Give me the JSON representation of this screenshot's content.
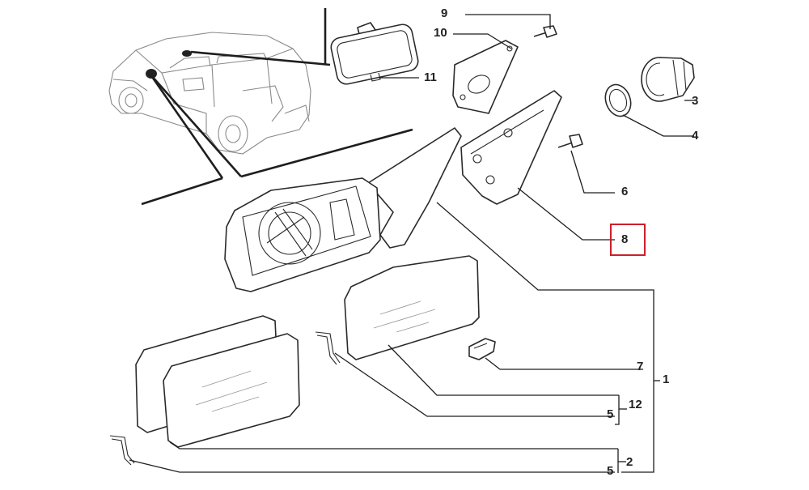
{
  "callouts": {
    "c1": "1",
    "c2": "2",
    "c3": "3",
    "c4": "4",
    "c5a": "5",
    "c5b": "5",
    "c6": "6",
    "c7": "7",
    "c8": "8",
    "c9": "9",
    "c10": "10",
    "c11": "11",
    "c12": "12"
  },
  "highlighted_callout": "8",
  "colors": {
    "line": "#1e1e1e",
    "highlight": "#cc1f2a",
    "background": "#ffffff"
  }
}
